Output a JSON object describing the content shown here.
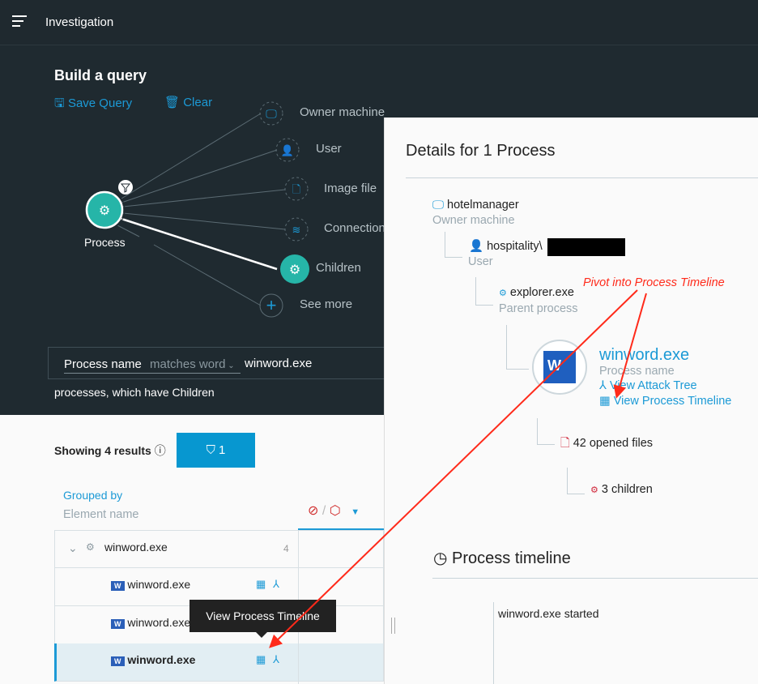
{
  "header": {
    "title": "Investigation",
    "menu_icon": "hamburger-icon"
  },
  "query": {
    "title": "Build a query",
    "save_label": "Save Query",
    "clear_label": "Clear",
    "root_node": "Process",
    "nodes": [
      {
        "label": "Owner machine",
        "icon": "monitor-icon"
      },
      {
        "label": "User",
        "icon": "user-icon"
      },
      {
        "label": "Image file",
        "icon": "file-icon"
      },
      {
        "label": "Connection",
        "icon": "wifi-icon"
      },
      {
        "label": "Children",
        "icon": "gears-icon"
      },
      {
        "label": "See more",
        "icon": "plus-icon"
      }
    ],
    "filter": {
      "field": "Process name",
      "operator": "matches word",
      "value": "winword.exe"
    },
    "summary": "processes, which have Children"
  },
  "results": {
    "showing": "Showing 4 results",
    "filter_count": "1",
    "grouped_by": "Grouped by",
    "group_field": "Element name",
    "group": {
      "name": "winword.exe",
      "count": "4"
    },
    "rows": [
      "winword.exe",
      "winword.exe",
      "winword.exe"
    ],
    "tooltip": "View Process Timeline"
  },
  "details": {
    "title": "Details for 1 Process",
    "machine": {
      "name": "hotelmanager",
      "label": "Owner machine"
    },
    "user": {
      "name": "hospitality\\",
      "label": "User"
    },
    "parent": {
      "name": "explorer.exe",
      "label": "Parent process"
    },
    "process": {
      "name": "winword.exe",
      "label": "Process name",
      "attack_tree": "View Attack Tree",
      "timeline": "View Process Timeline"
    },
    "files": "42 opened files",
    "children": "3 children",
    "timeline_title": "Process timeline",
    "timeline_event": "winword.exe started"
  },
  "annotation": "Pivot into Process Timeline",
  "colors": {
    "accent": "#1c9ad6",
    "teal": "#26b5a8",
    "annotation": "#ff2a1a",
    "dark": "#1f2a30"
  }
}
